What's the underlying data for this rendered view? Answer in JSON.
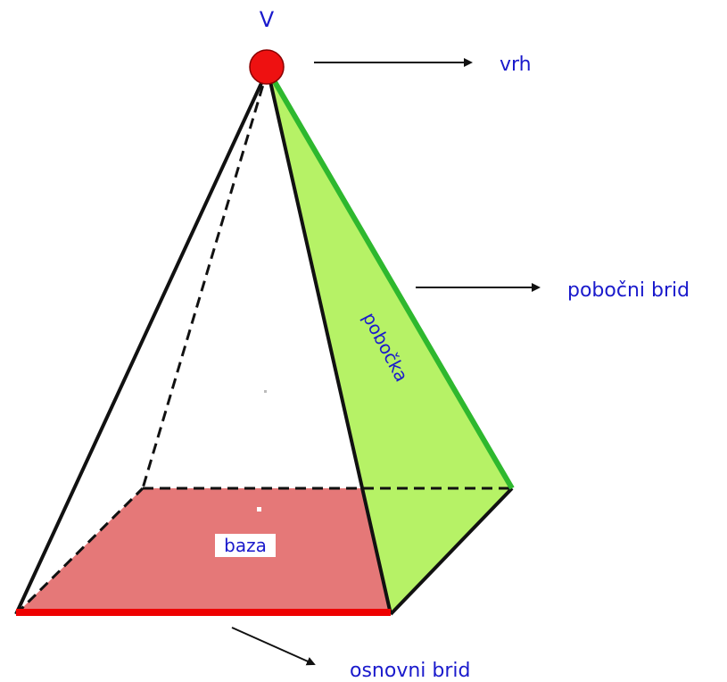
{
  "labels": {
    "vertex_letter": "V",
    "apex": "vrh",
    "lateral_edge": "pobočni brid",
    "lateral_face": "pobočka",
    "base": "baza",
    "base_edge": "osnovni brid"
  },
  "colors": {
    "text": "#1a1acc",
    "edge": "#111111",
    "apex_dot": "#ee1111",
    "base_fill": "#e57878",
    "face_fill": "#b6f266",
    "lateral_edge": "#2eb82e",
    "base_edge": "#ee0000"
  }
}
